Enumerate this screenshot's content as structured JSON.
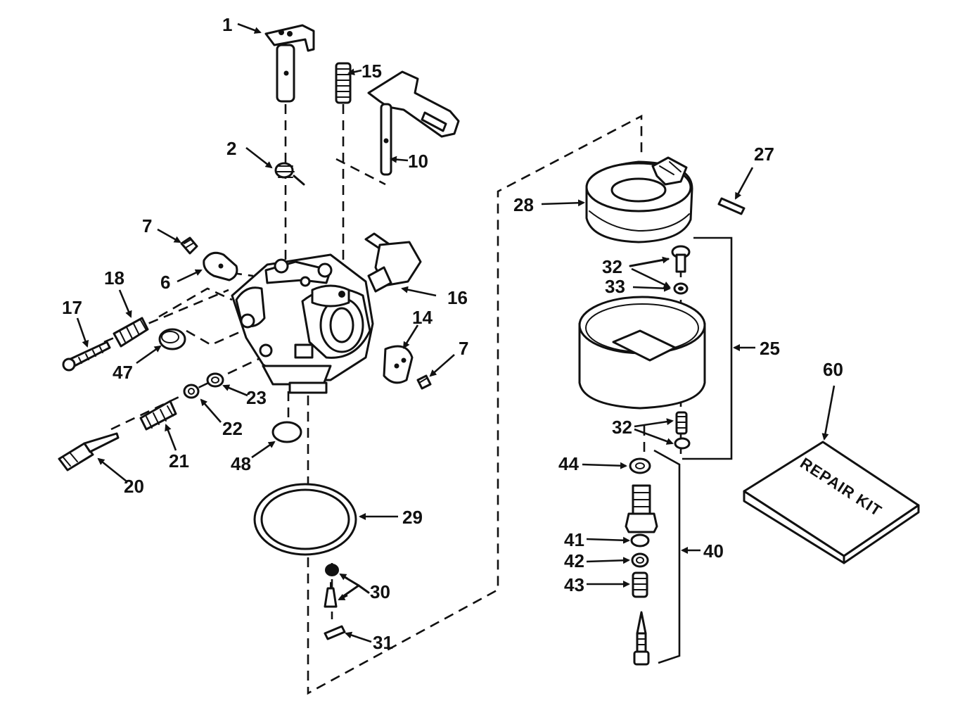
{
  "diagram": {
    "callouts": {
      "p1": "1",
      "p2": "2",
      "p6": "6",
      "p7a": "7",
      "p7b": "7",
      "p10": "10",
      "p14": "14",
      "p15": "15",
      "p16": "16",
      "p17": "17",
      "p18": "18",
      "p20": "20",
      "p21": "21",
      "p22": "22",
      "p23": "23",
      "p25": "25",
      "p27": "27",
      "p28": "28",
      "p29": "29",
      "p30": "30",
      "p31": "31",
      "p32a": "32",
      "p32b": "32",
      "p33": "33",
      "p40": "40",
      "p41": "41",
      "p42": "42",
      "p43": "43",
      "p44": "44",
      "p47": "47",
      "p48": "48",
      "p60": "60"
    },
    "repair_kit_label": "REPAIR KIT"
  }
}
